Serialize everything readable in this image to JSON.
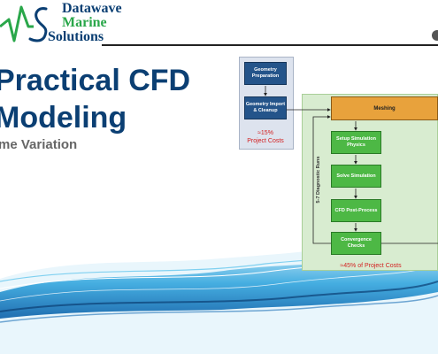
{
  "header": {
    "company_line1": "Datawave",
    "company_line2": "Marine",
    "company_line3": "Solutions"
  },
  "slide": {
    "title_line1": "Practical CFD",
    "title_line2": "Modeling",
    "subtitle": "me Variation"
  },
  "diagram": {
    "pre_steps": [
      "Geometry Preparation",
      "Geometry Import & Cleanup"
    ],
    "pre_cost_line1": "≈15%",
    "pre_cost_line2": "Project Costs",
    "meshing": "Meshing",
    "loop_steps": [
      "Setup Simulation Physics",
      "Solve Simulation",
      "CFD Post-Process",
      "Convergence Checks"
    ],
    "loop_label": "5-7 Diagnostic Runs",
    "loop_cost": "≈45% of Project Costs"
  },
  "colors": {
    "brand_blue": "#0b3f73",
    "brand_green": "#2aa74a",
    "step_blue": "#24548a",
    "step_green": "#4db845",
    "meshing_orange": "#e8a23c",
    "cost_red": "#d32020"
  }
}
